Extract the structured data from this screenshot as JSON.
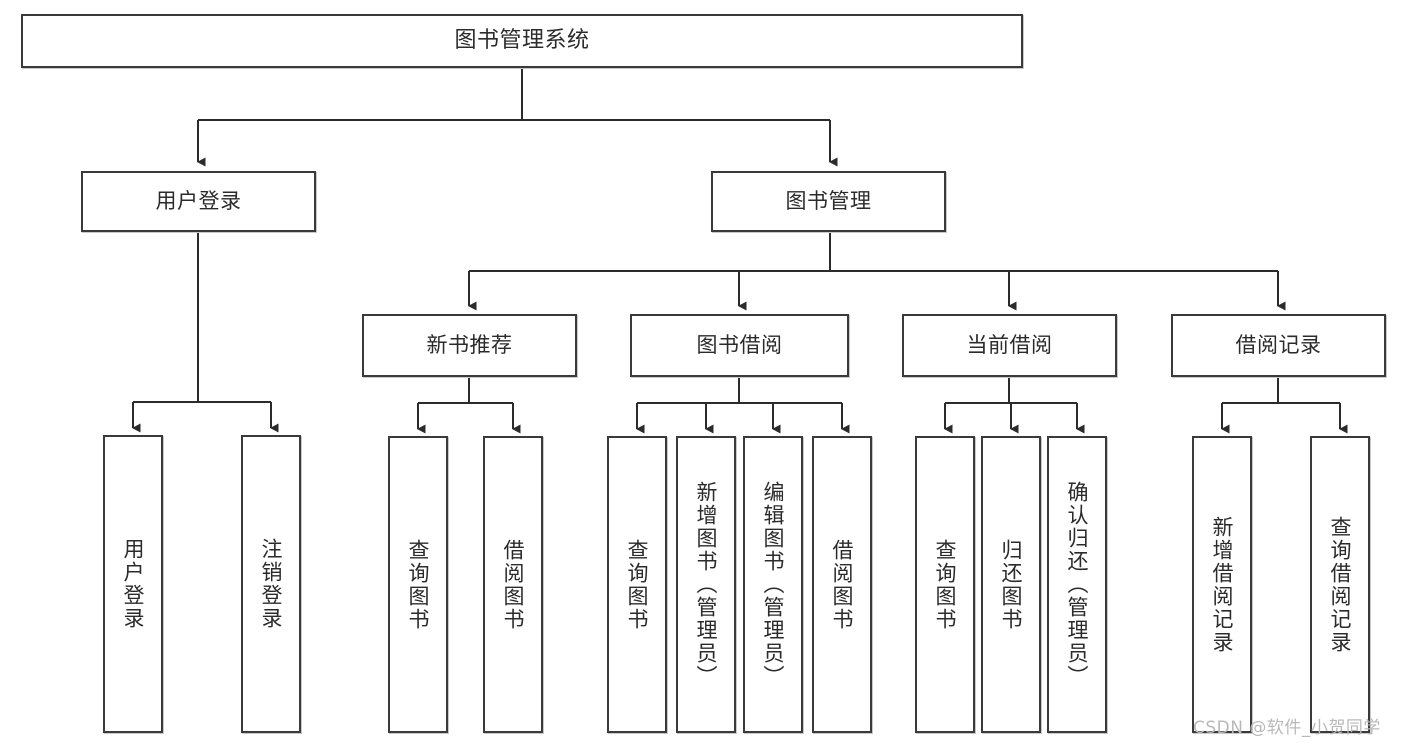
{
  "diagram": {
    "title": "图书管理系统",
    "type": "tree-hierarchy",
    "colors": {
      "box_border": "#3a3a3a",
      "box_fill": "#ffffff",
      "edge": "#2b2b2b",
      "background": "#ffffff",
      "watermark": "#b9b9b9"
    },
    "watermark": "CSDN @软件_小贺同学",
    "root": {
      "label": "图书管理系统"
    },
    "level1": [
      {
        "label": "用户登录"
      },
      {
        "label": "图书管理"
      }
    ],
    "level2": [
      {
        "label": "新书推荐"
      },
      {
        "label": "图书借阅"
      },
      {
        "label": "当前借阅"
      },
      {
        "label": "借阅记录"
      }
    ],
    "leaves": {
      "user_login": [
        {
          "label": "用户登录"
        },
        {
          "label": "注销登录"
        }
      ],
      "new_book_recommend": [
        {
          "label": "查询图书"
        },
        {
          "label": "借阅图书"
        }
      ],
      "book_borrow": [
        {
          "label": "查询图书"
        },
        {
          "label": "新增图书（管理员）"
        },
        {
          "label": "编辑图书（管理员）"
        },
        {
          "label": "借阅图书"
        }
      ],
      "current_borrow": [
        {
          "label": "查询图书"
        },
        {
          "label": "归还图书"
        },
        {
          "label": "确认归还（管理员）"
        }
      ],
      "borrow_record": [
        {
          "label": "新增借阅记录"
        },
        {
          "label": "查询借阅记录"
        }
      ]
    }
  }
}
